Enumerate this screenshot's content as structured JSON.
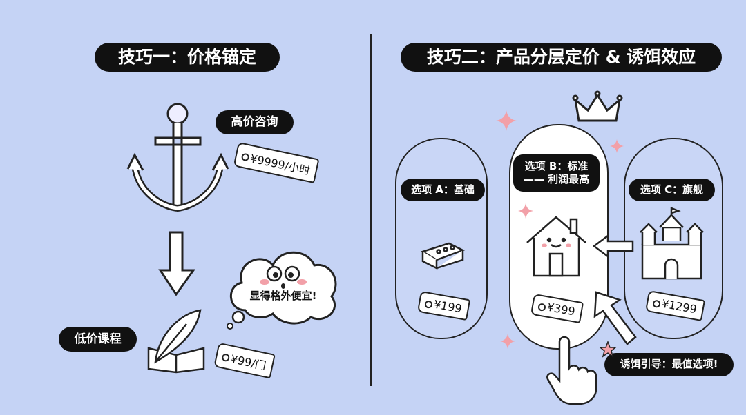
{
  "left": {
    "title": "技巧一：价格锚定",
    "high_label": "高价咨询",
    "high_price": "¥9999/小时",
    "low_label": "低价课程",
    "low_price": "¥99/门",
    "thought": "显得格外便宜!"
  },
  "right": {
    "title": "技巧二：产品分层定价 & 诱饵效应",
    "options": [
      {
        "label": "选项 A：基础",
        "price": "¥199"
      },
      {
        "label_line1": "选项 B：标准",
        "label_line2": "—— 利润最高",
        "price": "¥399"
      },
      {
        "label": "选项 C：旗舰",
        "price": "¥1299"
      }
    ],
    "decoy_note": "诱饵引导：最值选项!"
  },
  "colors": {
    "background": "#c5d3f5",
    "pill": "#111111",
    "sparkle": "#f2a0a8"
  }
}
